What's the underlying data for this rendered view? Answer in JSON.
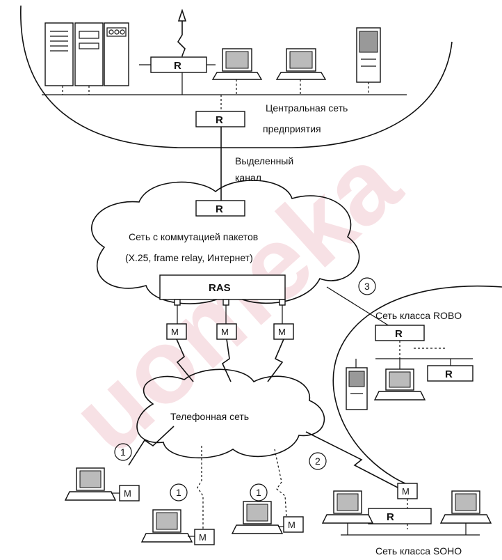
{
  "watermark": "uomeka",
  "labels": {
    "central_net_1": "Центральная сеть",
    "central_net_2": "предприятия",
    "leased_1": "Выделенный",
    "leased_2": "канал",
    "packet_net_1": "Сеть с коммутацией пакетов",
    "packet_net_2": "(X.25, frame relay, Интернет)",
    "ras": "RAS",
    "phone_net": "Телефонная сеть",
    "robo": "Сеть класса ROBO",
    "soho": "Сеть класса SOHO"
  },
  "router_label": "R",
  "modem_label": "M",
  "numbers": {
    "n1": "1",
    "n2": "2",
    "n3": "3"
  },
  "icons": [
    "server-rack-icon",
    "antenna-icon",
    "workstation-icon",
    "tower-pc-icon",
    "modem-icon",
    "router-icon"
  ]
}
